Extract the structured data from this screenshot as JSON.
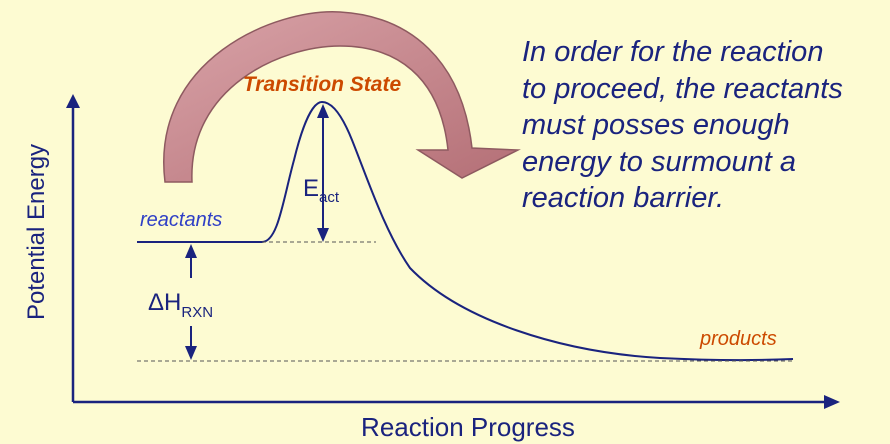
{
  "diagram": {
    "x_axis_label": "Reaction Progress",
    "y_axis_label": "Potential Energy",
    "labels": {
      "transition_state": "Transition State",
      "reactants": "reactants",
      "products": "products",
      "e_act_main": "E",
      "e_act_sub": "act",
      "dh_main": "ΔH",
      "dh_sub": "RXN"
    },
    "description": "In order for the reaction\nto proceed, the reactants\nmust posses enough\nenergy to surmount a\nreaction barrier.",
    "colors": {
      "background": "#fdfbd2",
      "line": "#1a237e",
      "label_blue": "#2f3fc6",
      "label_orange": "#cc4a00",
      "arrow_fill": "#c98a8f"
    }
  }
}
